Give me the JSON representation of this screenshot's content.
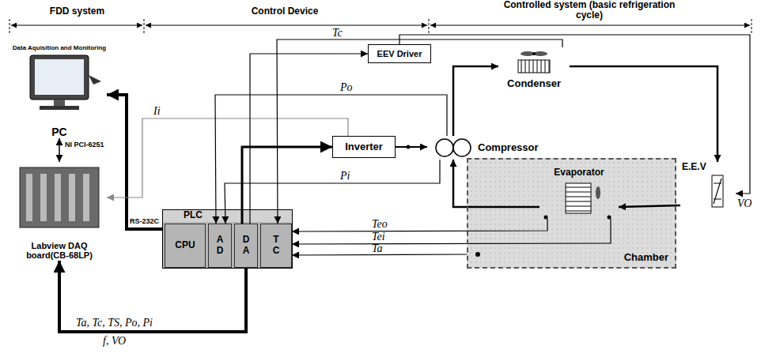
{
  "diagram": {
    "nodes": [
      {
        "text": [
          "PC"
        ]
      },
      {
        "text": [
          "Labview DAQ board(CB-68LP)"
        ]
      },
      {
        "text": [
          "PLC"
        ]
      },
      {
        "text": [
          "CPU"
        ],
        "in": 2
      },
      {
        "text": [
          "A D"
        ],
        "in": 2
      },
      {
        "text": [
          "D A"
        ],
        "in": 2
      },
      {
        "text": [
          "T C"
        ],
        "in": 2
      },
      {
        "text": [
          "EEV Driver"
        ]
      },
      {
        "text": [
          "Inverter"
        ]
      },
      {
        "text": [
          "Compressor"
        ]
      },
      {
        "text": [
          "Condenser"
        ]
      },
      {
        "text": [
          "E.E.V"
        ]
      },
      {
        "text": [
          "Chamber"
        ]
      },
      {
        "text": [
          "Evaporator"
        ],
        "in": 12
      }
    ],
    "edges": [
      {
        "from": 0,
        "to": 1,
        "arrow": "both",
        "label": "NI PCI-6251"
      },
      {
        "from": 2,
        "to": 0,
        "arrow": "to",
        "label": "RS-232C"
      },
      {
        "from": 5,
        "to": 1,
        "arrow": "to",
        "label": "Ta, Tc, TS, Po, Pi"
      },
      {
        "from": 8,
        "to": 1,
        "arrow": "to",
        "label": "Ii"
      },
      {
        "from": 5,
        "to": 8,
        "arrow": "to"
      },
      {
        "from": 8,
        "to": 9,
        "arrow": "to"
      },
      {
        "from": 7,
        "to": 11,
        "arrow": "to",
        "label": "VO"
      },
      {
        "from": 5,
        "to": 7,
        "arrow": "to"
      },
      {
        "from": 9,
        "to": 4,
        "arrow": "to",
        "label": "Po"
      },
      {
        "from": 9,
        "to": 4,
        "arrow": "to",
        "label": "Pi"
      },
      {
        "from": 10,
        "to": 6,
        "arrow": "to",
        "label": "Tc"
      },
      {
        "from": 13,
        "to": 6,
        "arrow": "to",
        "label": "Teo"
      },
      {
        "from": 13,
        "to": 6,
        "arrow": "to",
        "label": "Tei"
      },
      {
        "from": 12,
        "to": 6,
        "arrow": "to",
        "label": "Ta"
      },
      {
        "from": 9,
        "to": 10,
        "arrow": "to"
      },
      {
        "from": 10,
        "to": 11,
        "arrow": "to"
      },
      {
        "from": 11,
        "to": 13,
        "arrow": "to"
      },
      {
        "from": 13,
        "to": 9,
        "arrow": "to"
      }
    ],
    "labels": [
      "FDD system",
      "Control Device",
      "Controlled system (basic refrigeration cycle)",
      "Data Aquisition and Monitoring",
      "f, VO"
    ]
  }
}
